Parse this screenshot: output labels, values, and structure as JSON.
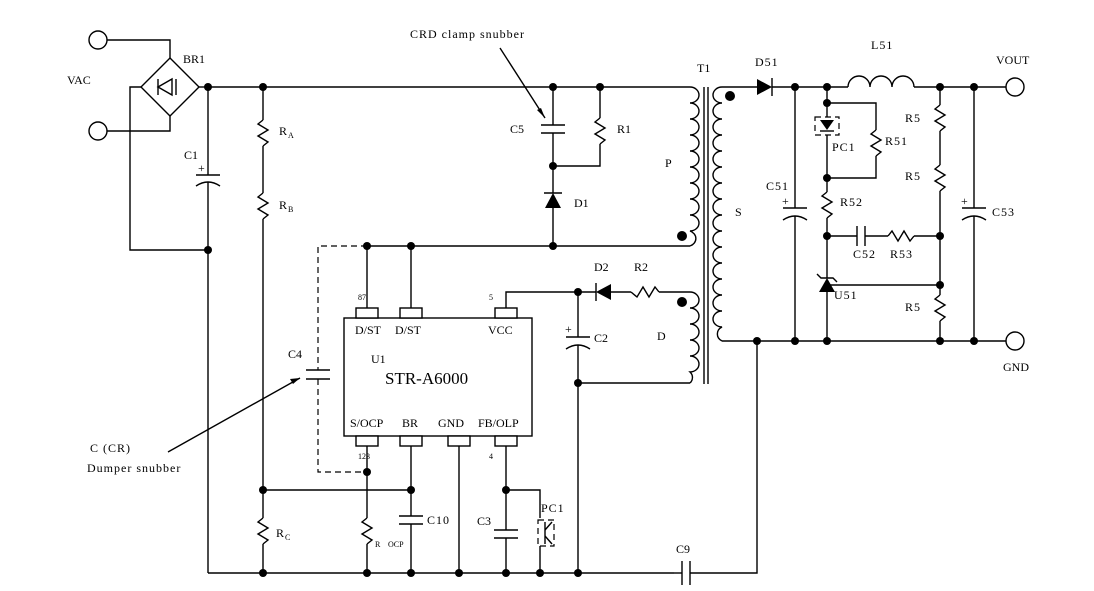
{
  "labels": {
    "vac": "VAC",
    "br1": "BR1",
    "c1": "C1",
    "plus": "+",
    "ra": "R",
    "ra_sub": "A",
    "rb": "R",
    "rb_sub": "B",
    "rc": "R",
    "rc_sub": "C",
    "rocp": "R",
    "rocp_sub": "OCP",
    "crd_note": "CRD clamp snubber",
    "c5": "C5",
    "r1": "R1",
    "d1": "D1",
    "p_winding": "P",
    "t1": "T1",
    "s_winding": "S",
    "d_winding": "D",
    "d2": "D2",
    "r2": "R2",
    "c2": "C2",
    "c4": "C4",
    "u1": "U1",
    "ic_name": "STR-A6000",
    "pin_dst1": "D/ST",
    "pin_dst2": "D/ST",
    "pin_vcc": "VCC",
    "pin_socp": "S/OCP",
    "pin_br": "BR",
    "pin_gnd": "GND",
    "pin_fbolp": "FB/OLP",
    "pinnum_87": "87",
    "pinnum_5": "5",
    "pinnum_123": "123",
    "pinnum_4": "4",
    "cr_note_line1": "C (CR)",
    "cr_note_line2": "Dumper snubber",
    "c10": "C10",
    "c3": "C3",
    "pc1_primary": "PC1",
    "c9": "C9",
    "d51": "D51",
    "l51": "L51",
    "vout": "VOUT",
    "gnd": "GND",
    "c51": "C51",
    "pc1_secondary": "PC1",
    "r51": "R51",
    "r52": "R52",
    "c52": "C52",
    "r53": "R53",
    "u51": "U51",
    "r5_top": "R5",
    "r5_mid": "R5",
    "r5_bot": "R5",
    "c53": "C53"
  }
}
